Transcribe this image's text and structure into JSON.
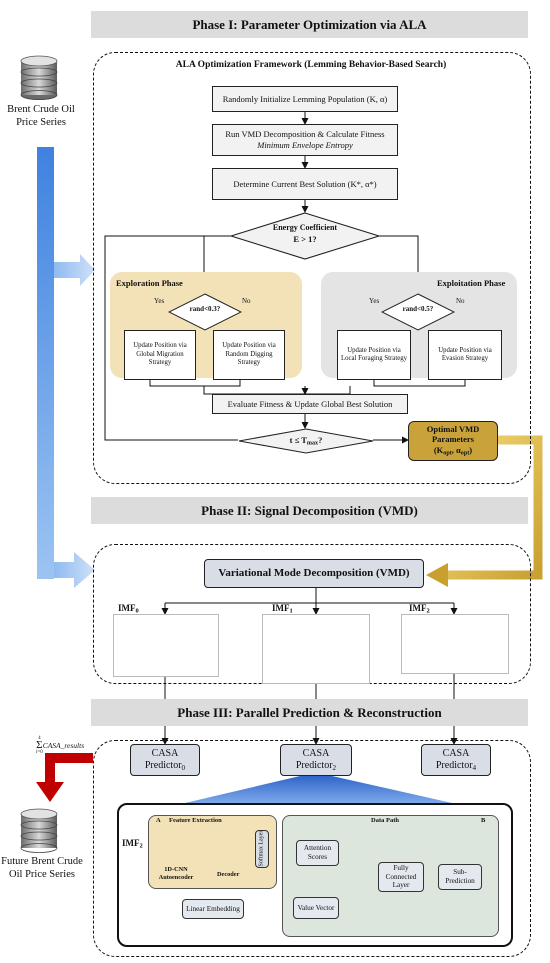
{
  "phases": {
    "p1": "Phase I: Parameter Optimization via ALA",
    "p2": "Phase II: Signal Decomposition (VMD)",
    "p3": "Phase III: Parallel Prediction & Reconstruction"
  },
  "inputs": {
    "source": "Brent Crude Oil Price Series",
    "output": "Future Brent Crude Oil Price Series"
  },
  "ala": {
    "title": "ALA Optimization Framework (Lemming Behavior-Based Search)",
    "init": "Randomly Initialize Lemming Population (K, α)",
    "vmd_fit": "Run VMD Decomposition & Calculate Fitness",
    "vmd_fit_sub": "Minimum Envelope Entropy",
    "best": "Determine Current Best Solution (K*, α*)",
    "energy": "Energy Coefficient",
    "energy_cond": "E > 1?",
    "exploration": "Exploration Phase",
    "exploitation": "Exploitation Phase",
    "rand1": "rand<0.3?",
    "rand2": "rand<0.5?",
    "yes": "Yes",
    "no": "No",
    "glob_mig": "Update Position via Global Migration Strategy",
    "rand_dig": "Update Position via Random Digging Strategy",
    "local_for": "Update Position via Local Foraging Strategy",
    "evasion": "Update Position via Evasion Strategy",
    "evaluate": "Evaluate Fitness & Update Global Best Solution",
    "tcond": "t ≤ T",
    "tcond_sub": "max",
    "tcond_q": "?",
    "optimal": "Optimal VMD Parameters",
    "optimal_k": "(K",
    "optimal_opt": "opt",
    "optimal_a": ", α",
    "optimal_end": ")"
  },
  "vmd": {
    "title": "Variational Mode Decomposition (VMD)",
    "imf": "IMF",
    "imf_idx": [
      "0",
      "1",
      "2"
    ]
  },
  "casa": {
    "name": "CASA",
    "pred": "Predictor",
    "idx": [
      "0",
      "2",
      "4"
    ],
    "sum": "CASA_results",
    "sum_sup": "4",
    "sum_sub": "i=0"
  },
  "detail": {
    "imf_in": "IMF",
    "imf_in_sub": "2",
    "a_tag": "A",
    "b_tag": "B",
    "feature": "Feature Extraction",
    "data_path": "Data Path",
    "cnn": "1D-CNN",
    "autoenc": "Autoencoder",
    "decoder": "Decoder",
    "softmax": "Softmax Layer",
    "attention": "Attention Scores",
    "linear": "Linear Embedding",
    "value": "Value Vector",
    "fc": "Fully Connected Layer",
    "sub": "Sub-Prediction"
  },
  "colors": {
    "exploration_bg": "#f3e2b8",
    "exploitation_bg": "#e4e4e4",
    "optimal_bg": "#c9a33a",
    "flow_blue": "#4a8ee6",
    "flow_gold": "#d8a82a",
    "flow_red": "#c00000",
    "casa_bg": "#d8dde6",
    "data_path_bg": "#dde6dc"
  }
}
